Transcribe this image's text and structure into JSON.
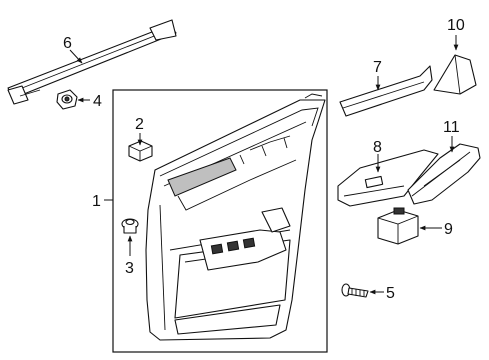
{
  "callouts": {
    "c1": "1",
    "c2": "2",
    "c3": "3",
    "c4": "4",
    "c5": "5",
    "c6": "6",
    "c7": "7",
    "c8": "8",
    "c9": "9",
    "c10": "10",
    "c11": "11"
  },
  "colors": {
    "line": "#111111",
    "fill": "#ffffff",
    "dark_fill": "#333333",
    "gray_fill": "#bfbfbf"
  }
}
